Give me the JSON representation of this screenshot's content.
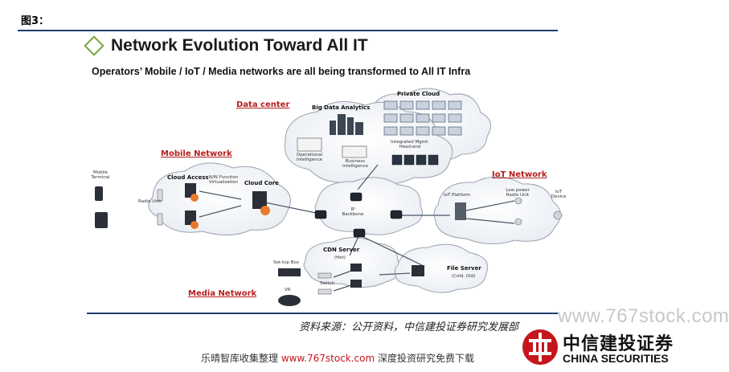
{
  "figure_label": "图3：",
  "slide": {
    "title": "Network Evolution Toward All IT",
    "subtitle": "Operators’ Mobile / IoT / Media networks are all being transformed to All IT Infra"
  },
  "network_labels": {
    "data_center": "Data center",
    "mobile_network": "Mobile Network",
    "iot_network": "IoT Network",
    "media_network": "Media Network"
  },
  "nodes": {
    "private_cloud": "Private Cloud",
    "big_data_analytics": "Big Data Analytics",
    "operational_intelligence": "Operational Intelligence",
    "business_intelligence": "Business Intelligence",
    "integrated_mgmt": "Integrated Mgmt. Head-end",
    "cloud_access": "Cloud Access",
    "cloud_core": "Cloud Core",
    "nw_function_virtualization": "N/W Function Virtualization",
    "mobile_terminal": "Mobile Terminal",
    "radio_unit": "Radio Unit",
    "ip_backbone": "IP Backbone",
    "iot_platform": "IoT Platform",
    "low_power_radio_unit": "Low power Radio Unit",
    "iot_device": "IoT Device",
    "cdn_server": "CDN Server",
    "cdn_hot": "(Hot)",
    "set_top_box": "Set-top Box",
    "switch": "Switch",
    "vr": "VR",
    "file_server": "File Server",
    "file_server_note": "(Cold, Old)"
  },
  "source_note": "资料来源：公开资料，中信建投证券研究发展部",
  "footer": {
    "prefix": "乐晴智库收集整理 ",
    "url": "www.767stock.com",
    "suffix": " 深度投资研究免费下载"
  },
  "watermark": "www.767stock.com",
  "logo": {
    "cn": "中信建投证券",
    "en": "CHINA SECURITIES"
  },
  "colors": {
    "rule": "#1f3b70",
    "network_label": "#b51d1d",
    "title_diamond": "#78a63c",
    "logo_red": "#c4161c",
    "footer_url": "#c4161c"
  }
}
